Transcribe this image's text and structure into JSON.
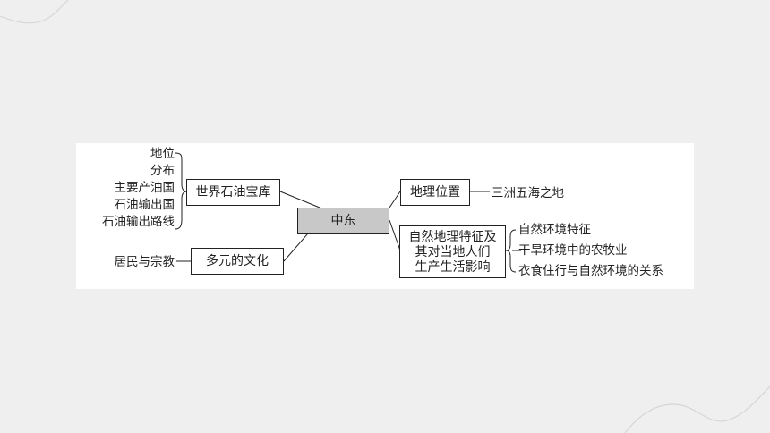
{
  "diagram": {
    "center": "中东",
    "branches": {
      "petroleum": {
        "title": "世界石油宝库",
        "items": [
          "地位",
          "分布",
          "主要产油国",
          "石油输出国",
          "石油输出路线"
        ]
      },
      "culture": {
        "title": "多元的文化",
        "items": [
          "居民与宗教"
        ]
      },
      "location": {
        "title": "地理位置",
        "items": [
          "三洲五海之地"
        ]
      },
      "nature": {
        "title_lines": [
          "自然地理特征及",
          "其对当地人们",
          "生产生活影响"
        ],
        "items": [
          "自然环境特征",
          "干旱环境中的农牧业",
          "衣食住行与自然环境的关系"
        ]
      }
    }
  },
  "colors": {
    "background": "#efefef",
    "panel": "#ffffff",
    "center_fill": "#c8c8c8",
    "stroke": "#222222"
  }
}
